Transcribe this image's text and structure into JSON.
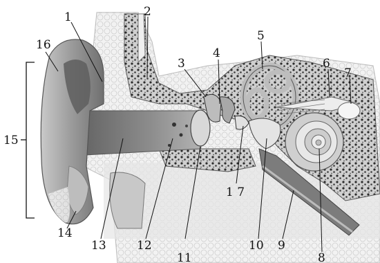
{
  "diagram": {
    "labels": [
      {
        "id": "1",
        "text": "1"
      },
      {
        "id": "2",
        "text": "2"
      },
      {
        "id": "3",
        "text": "3"
      },
      {
        "id": "4",
        "text": "4"
      },
      {
        "id": "5",
        "text": "5"
      },
      {
        "id": "6",
        "text": "6"
      },
      {
        "id": "7",
        "text": "7"
      },
      {
        "id": "8",
        "text": "8"
      },
      {
        "id": "9",
        "text": "9"
      },
      {
        "id": "10",
        "text": "10"
      },
      {
        "id": "11",
        "text": "11"
      },
      {
        "id": "12",
        "text": "12"
      },
      {
        "id": "13",
        "text": "13"
      },
      {
        "id": "14",
        "text": "14"
      },
      {
        "id": "15",
        "text": "15"
      },
      {
        "id": "16",
        "text": "16"
      },
      {
        "id": "17",
        "text": "1 7"
      }
    ]
  },
  "colors": {
    "bone": "#d9d9d9",
    "bone_dots": "#2b2b2b",
    "skin": "#9a9a9a",
    "canal": "#7a7a7a",
    "tissue": "#eeeeee",
    "outline": "#444444"
  }
}
